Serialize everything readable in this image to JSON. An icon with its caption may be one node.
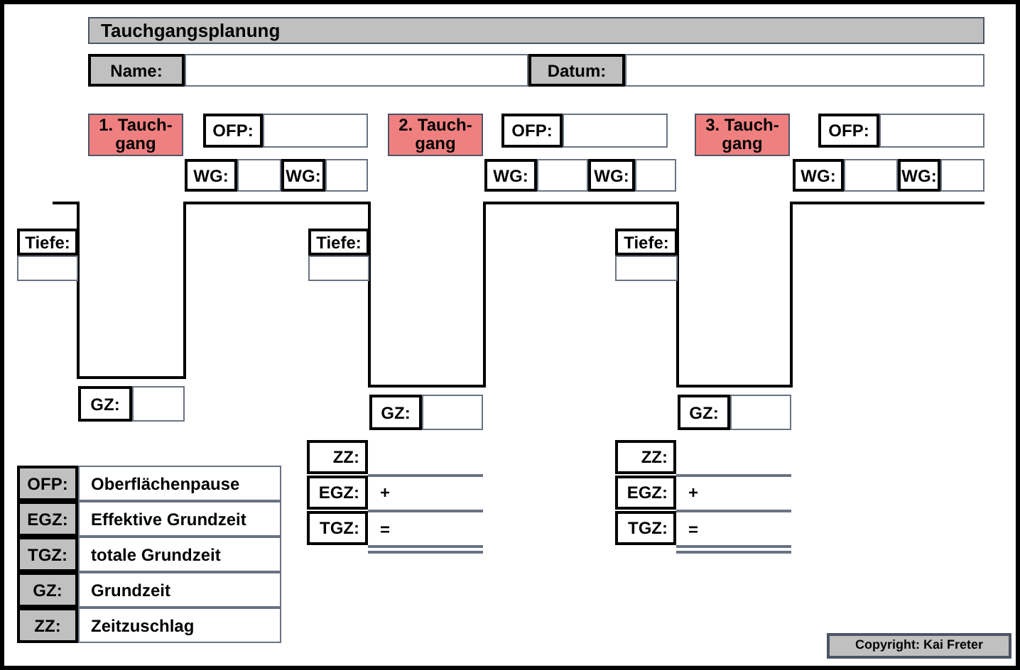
{
  "diagram": {
    "title": "Tauchgangsplanung",
    "nodes": [
      {
        "text": [
          "1. Tauch-gang"
        ]
      },
      {
        "text": [
          "2. Tauch-gang"
        ]
      },
      {
        "text": [
          "3. Tauch-gang"
        ]
      }
    ],
    "labels": [
      "Name:",
      "Datum:",
      "OFP:",
      "OFP:",
      "OFP:",
      "WG:",
      "WG:",
      "WG:",
      "WG:",
      "WG:",
      "WG:",
      "Tiefe:",
      "Tiefe:",
      "Tiefe:",
      "GZ:",
      "GZ:",
      "GZ:",
      "ZZ:",
      "ZZ:",
      "EGZ:",
      "+",
      "EGZ:",
      "+",
      "TGZ:",
      "=",
      "TGZ:",
      "=",
      "OFP:",
      "Oberflächenpause",
      "EGZ:",
      "Effektive Grundzeit",
      "TGZ:",
      "totale Grundzeit",
      "GZ:",
      "Grundzeit",
      "ZZ:",
      "Zeitzuschlag",
      "Copyright: Kai Freter"
    ]
  }
}
